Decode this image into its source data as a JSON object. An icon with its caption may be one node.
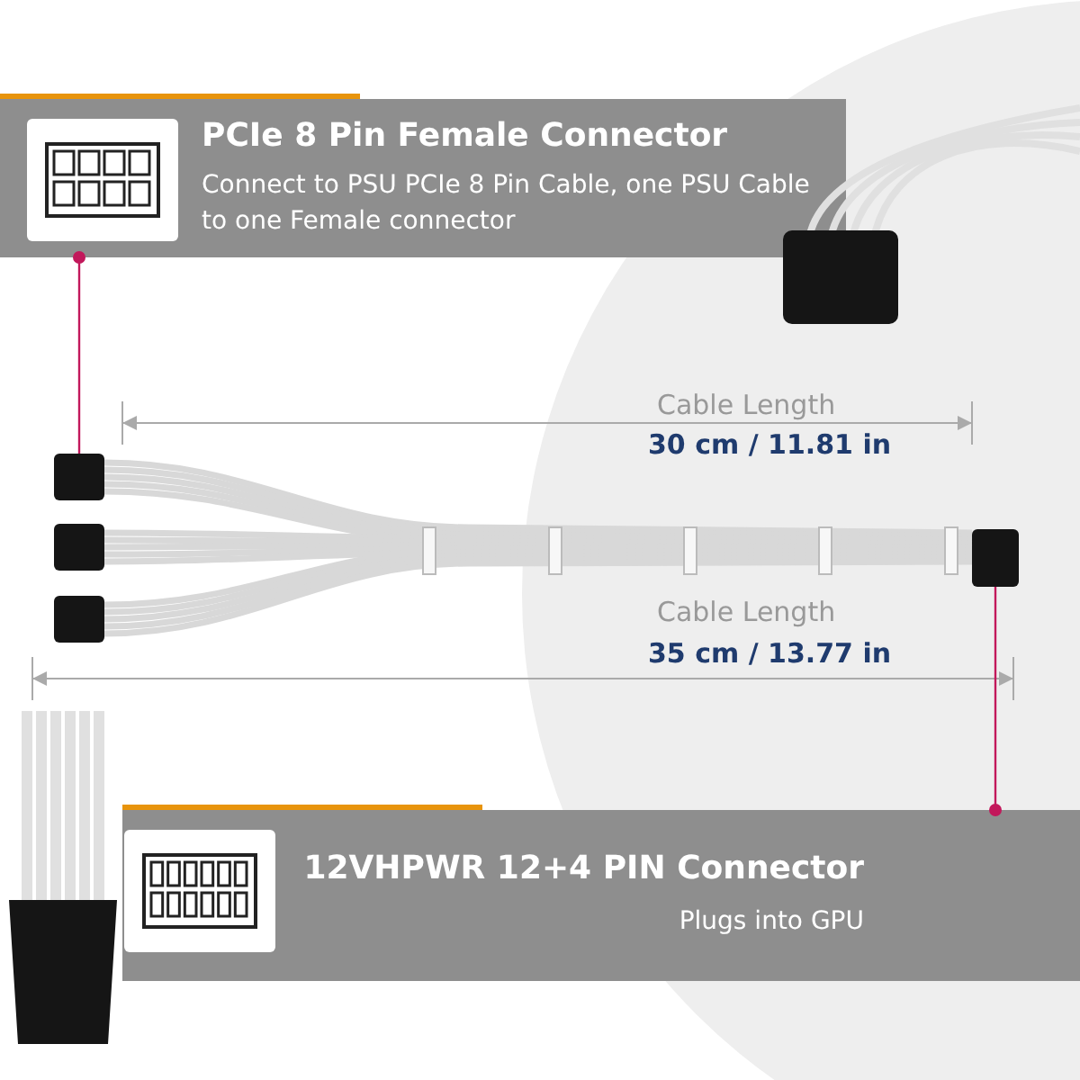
{
  "diagram": {
    "nodes": [
      {
        "text": [
          "PCIe 8 Pin Female Connector",
          "Connect to PSU PCIe 8 Pin Cable, one PSU Cable to one Female connector"
        ]
      },
      {
        "text": [],
        "shape": "box"
      },
      {
        "text": [
          "12VHPWR 12+4 PIN Connector",
          "Plugs into GPU"
        ]
      },
      {
        "text": [],
        "shape": "box"
      }
    ],
    "edges": [
      {
        "from": 0,
        "to": 1,
        "arrow": "other",
        "color": "#c2185b"
      },
      {
        "from": 2,
        "to": 3,
        "arrow": "other",
        "color": "#c2185b"
      }
    ],
    "labels": [
      "Cable Length",
      "30 cm / 11.81 in",
      "Cable Length",
      "35 cm / 13.77 in"
    ]
  }
}
